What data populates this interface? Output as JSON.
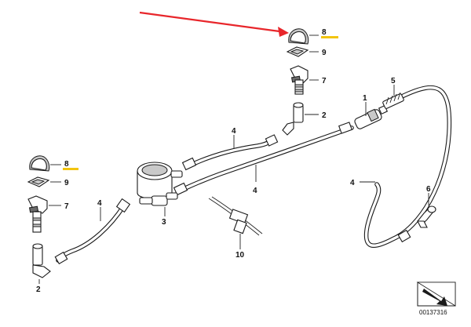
{
  "callouts": {
    "c1": "1",
    "c2_top": "2",
    "c2_left": "2",
    "c3": "3",
    "c4_top": "4",
    "c4_mid": "4",
    "c4_right": "4",
    "c4_left": "4",
    "c5": "5",
    "c6": "6",
    "c7_top": "7",
    "c7_left": "7",
    "c8_top": "8",
    "c8_left": "8",
    "c9_top": "9",
    "c9_left": "9",
    "c10": "10"
  },
  "reference_code": "00137316",
  "colors": {
    "arrow": "#e8262b",
    "highlight": "#f2c40f"
  }
}
